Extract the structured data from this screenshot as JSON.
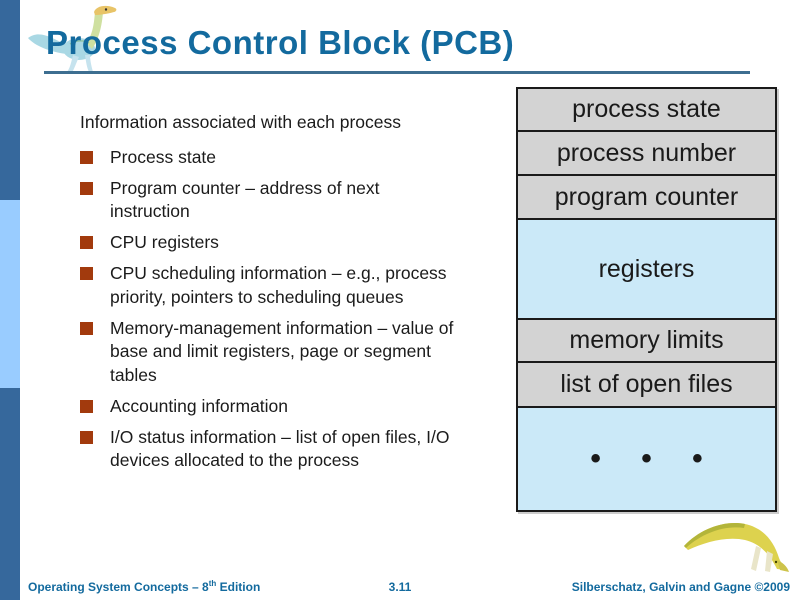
{
  "slide": {
    "title": "Process Control Block (PCB)",
    "intro": "Information associated with each process",
    "bullets": [
      "Process state",
      "Program counter – address of next\ninstruction",
      "CPU registers",
      "CPU scheduling information – e.g.,  process\npriority, pointers to scheduling queues",
      "Memory-management information – value of\nbase and limit registers, page or segment\ntables",
      "Accounting information",
      "I/O status information – list of open files, I/O\ndevices allocated to the process"
    ]
  },
  "pcb": {
    "rows": [
      {
        "label": "process state"
      },
      {
        "label": "process number"
      },
      {
        "label": "program counter"
      },
      {
        "label": "registers"
      },
      {
        "label": "memory limits"
      },
      {
        "label": "list of open files"
      },
      {
        "label": "• • •"
      }
    ]
  },
  "footer": {
    "book": "Operating System Concepts – 8",
    "edition_sup": "th",
    "edition_rest": " Edition",
    "page": "3.11",
    "authors": "Silberschatz, Galvin and Gagne ©2009"
  },
  "colors": {
    "title_blue": "#136a9e",
    "underline_blue": "#3d6e90",
    "sidebar_dark": "#36689c",
    "sidebar_light": "#99ccff",
    "bullet_red": "#a23a0d",
    "row_gray": "#d3d3d3",
    "row_blue": "#cbe9f8",
    "border_black": "#1a1a1a"
  }
}
